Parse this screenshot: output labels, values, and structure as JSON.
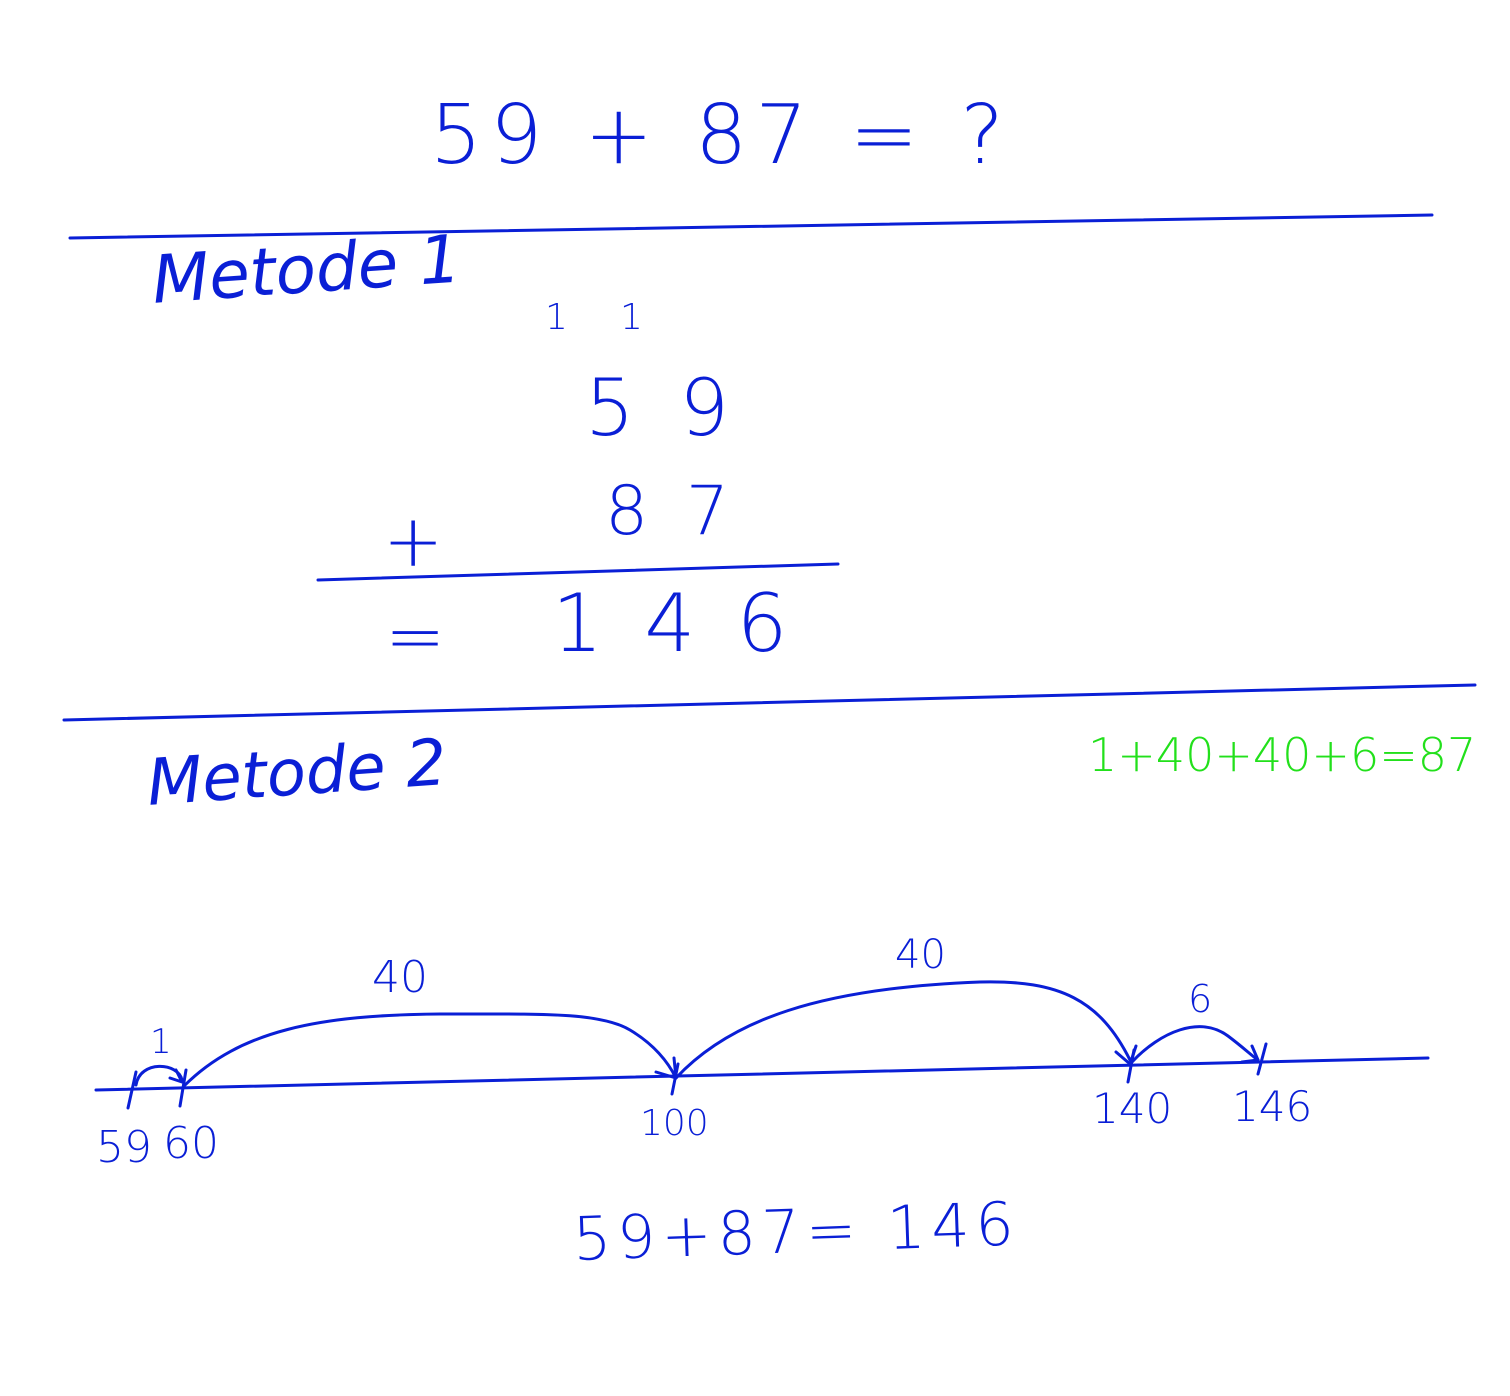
{
  "colors": {
    "ink_blue": "#0a1fd6",
    "ink_green": "#22e01b",
    "background": "#ffffff"
  },
  "problem": {
    "equation": "59 + 87 = ?"
  },
  "method1": {
    "title": "Metode 1",
    "carries": [
      "1",
      "1"
    ],
    "top_number": "5 9",
    "operator": "+",
    "second_number": "8 7",
    "equals": "=",
    "result": "1 4 6"
  },
  "method2": {
    "title": "Metode 2",
    "decomposition": "1+40+40+6=87",
    "number_line": {
      "points": [
        "59",
        "60",
        "100",
        "140",
        "146"
      ],
      "jumps": [
        {
          "from": "59",
          "to": "60",
          "label": "1"
        },
        {
          "from": "60",
          "to": "100",
          "label": "40"
        },
        {
          "from": "100",
          "to": "140",
          "label": "40"
        },
        {
          "from": "140",
          "to": "146",
          "label": "6"
        }
      ]
    },
    "conclusion": "59+87= 146"
  }
}
